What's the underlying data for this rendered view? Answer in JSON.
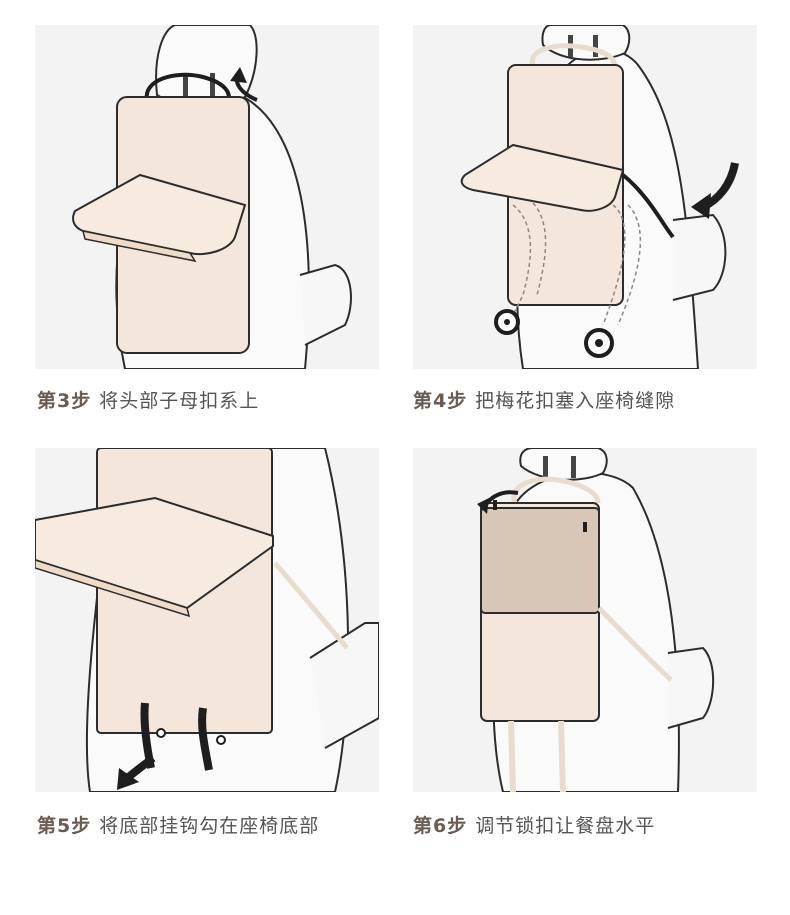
{
  "steps": [
    {
      "step": "第3步",
      "text": "将头部子母扣系上"
    },
    {
      "step": "第4步",
      "text": "把梅花扣塞入座椅缝隙"
    },
    {
      "step": "第5步",
      "text": "将底部挂钩勾在座椅底部"
    },
    {
      "step": "第6步",
      "text": "调节锁扣让餐盘水平"
    }
  ],
  "colors": {
    "panel_bg": "#f3f3f3",
    "board": "#f4e6da",
    "board_dark": "#d8c6b6",
    "strap": "#e8dccd",
    "outline": "#2c2c2c",
    "caption_step": "#6a5c52",
    "caption_text": "#555555"
  },
  "icons": [
    "curved-arrow-icon",
    "plum-blossom-button-icon",
    "hook-icon"
  ]
}
